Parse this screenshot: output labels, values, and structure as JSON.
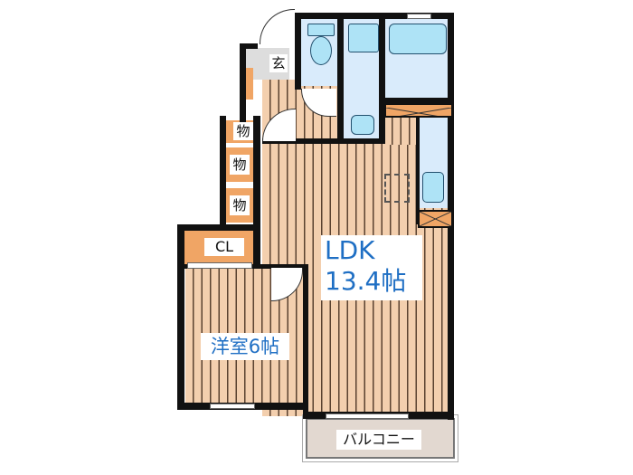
{
  "floorplan": {
    "rooms": {
      "ldk": {
        "name": "LDK",
        "size": "13.4帖"
      },
      "western": {
        "name": "洋室6帖"
      },
      "closet": {
        "name": "CL"
      },
      "storage_1": {
        "name": "物"
      },
      "storage_2": {
        "name": "物"
      },
      "storage_3": {
        "name": "物"
      },
      "entrance": {
        "name": "玄"
      },
      "balcony": {
        "name": "バルコニー"
      }
    },
    "colors": {
      "wall": "#111111",
      "floor": "#f3cfae",
      "storage": "#f0a565",
      "wet_area": "#d9ebfb",
      "fixture": "#aee3f6",
      "label_text": "#1f6fc4",
      "balcony": "#e2d8d0"
    }
  }
}
